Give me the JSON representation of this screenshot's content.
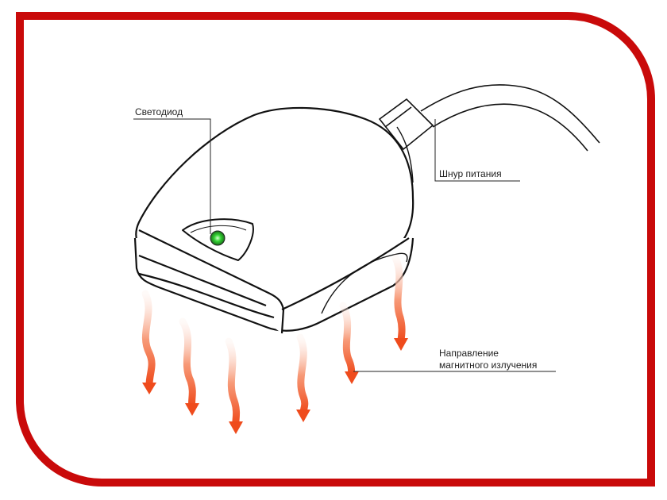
{
  "labels": {
    "led": "Светодиод",
    "cord": "Шнур питания",
    "direction_line1": "Направление",
    "direction_line2": "магнитного излучения"
  },
  "colors": {
    "frame": "#c90a0a",
    "led": "#2fd02f",
    "arrow_top": "#fbe2d8",
    "arrow_bottom": "#f0501e"
  }
}
